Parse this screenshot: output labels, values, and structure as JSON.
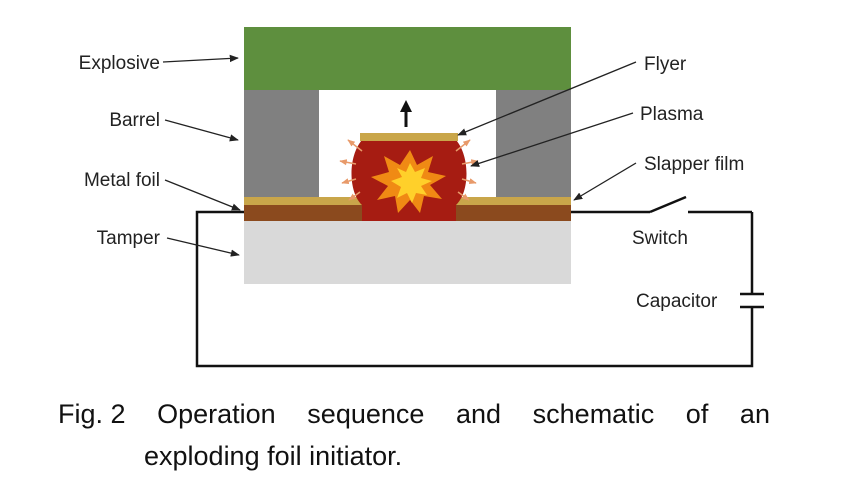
{
  "labels": {
    "explosive": "Explosive",
    "barrel": "Barrel",
    "metal_foil": "Metal foil",
    "tamper": "Tamper",
    "flyer": "Flyer",
    "plasma": "Plasma",
    "slapper_film": "Slapper film",
    "switch": "Switch",
    "capacitor": "Capacitor"
  },
  "caption": {
    "fig_num": "Fig. 2",
    "w1": "Operation",
    "w2": "sequence",
    "w3": "and",
    "w4": "schematic",
    "w5": "of",
    "w6": "an",
    "line2": "exploding foil initiator."
  },
  "colors": {
    "explosive": "#5e8f3e",
    "barrel": "#808080",
    "tamper": "#d9d9d9",
    "metal_foil": "#8b4a1e",
    "slapper_film": "#c9a64a",
    "plasma": "#a61c12",
    "burst_outer": "#f08a14",
    "burst_inner": "#ffd02a",
    "wire": "#111111"
  }
}
